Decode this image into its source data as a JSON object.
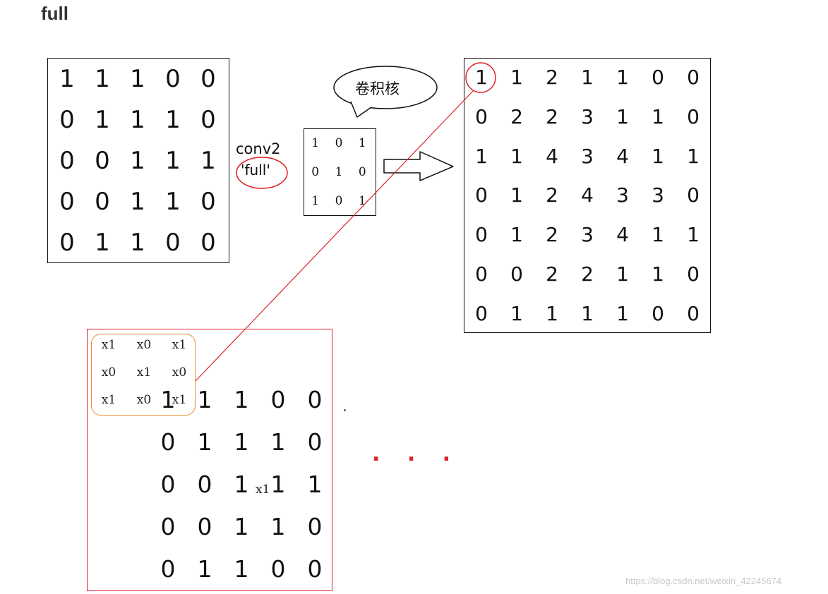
{
  "title": "full",
  "input_matrix": [
    [
      "1",
      "1",
      "1",
      "0",
      "0"
    ],
    [
      "0",
      "1",
      "1",
      "1",
      "0"
    ],
    [
      "0",
      "0",
      "1",
      "1",
      "1"
    ],
    [
      "0",
      "0",
      "1",
      "1",
      "0"
    ],
    [
      "0",
      "1",
      "1",
      "0",
      "0"
    ]
  ],
  "operation": {
    "function_label": "conv2",
    "mode_label": "'full'"
  },
  "kernel_bubble_label": "卷积核",
  "kernel_matrix": [
    [
      "1",
      "0",
      "1"
    ],
    [
      "0",
      "1",
      "0"
    ],
    [
      "1",
      "0",
      "1"
    ]
  ],
  "output_matrix": [
    [
      "1",
      "1",
      "2",
      "1",
      "1",
      "0",
      "0"
    ],
    [
      "0",
      "2",
      "2",
      "3",
      "1",
      "1",
      "0"
    ],
    [
      "1",
      "1",
      "4",
      "3",
      "4",
      "1",
      "1"
    ],
    [
      "0",
      "1",
      "2",
      "4",
      "3",
      "3",
      "0"
    ],
    [
      "0",
      "1",
      "2",
      "3",
      "4",
      "1",
      "1"
    ],
    [
      "0",
      "0",
      "2",
      "2",
      "1",
      "1",
      "0"
    ],
    [
      "0",
      "1",
      "1",
      "1",
      "1",
      "0",
      "0"
    ]
  ],
  "padded_illustration": {
    "matrix": [
      [
        "1",
        "1",
        "1",
        "0",
        "0"
      ],
      [
        "0",
        "1",
        "1",
        "1",
        "0"
      ],
      [
        "0",
        "0",
        "1",
        "1",
        "1"
      ],
      [
        "0",
        "0",
        "1",
        "1",
        "0"
      ],
      [
        "0",
        "1",
        "1",
        "0",
        "0"
      ]
    ],
    "kernel_weights": [
      [
        "x1",
        "x0",
        "x1"
      ],
      [
        "x0",
        "x1",
        "x0"
      ],
      [
        "x1",
        "x0",
        "x1"
      ]
    ],
    "center_weight": "x1",
    "ellipsis": ". . .",
    "dot": "."
  },
  "watermark": "https://blog.csdn.net/weixin_42245674",
  "colors": {
    "highlight_red": "#e0202a",
    "window_orange": "#f08a24",
    "ink": "#111111"
  }
}
